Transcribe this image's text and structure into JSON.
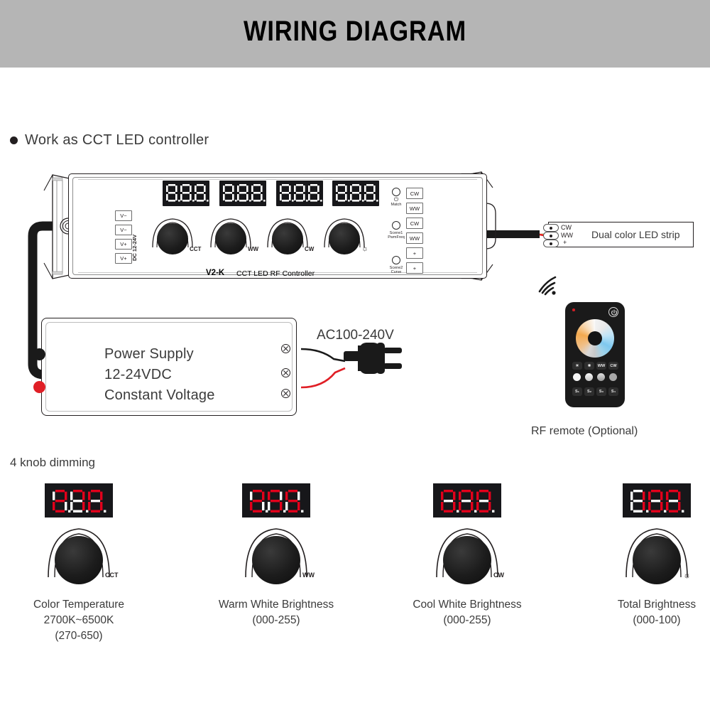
{
  "header": {
    "title": "WIRING DIAGRAM",
    "bg_color": "#b5b5b5"
  },
  "bullet": {
    "text": "Work as CCT LED controller"
  },
  "controller": {
    "model": "V2-K",
    "model_desc": "CCT LED RF Controller",
    "input_label": "DC 12-24V",
    "input_terminals": [
      "V−",
      "V−",
      "V+",
      "V+"
    ],
    "output_terminals": [
      "CW",
      "WW",
      "CW",
      "WW",
      "+",
      "+"
    ],
    "knobs": [
      {
        "label": "CCT",
        "display": "8.8.8."
      },
      {
        "label": "WW",
        "display": "8.8.8."
      },
      {
        "label": "CW",
        "display": "8.8.8."
      },
      {
        "label": "☼",
        "display": "8.8.8."
      }
    ],
    "buttons": [
      {
        "icon": "power-icon",
        "label": "Match"
      },
      {
        "icon": "circle-icon",
        "label": "Scene1\nPwmFreq"
      },
      {
        "icon": "circle-icon",
        "label": "Scene2\nCurve"
      }
    ]
  },
  "led_strip": {
    "title": "Dual color LED strip",
    "pads": [
      "CW",
      "WW",
      "+"
    ]
  },
  "power_supply": {
    "lines": [
      "Power Supply",
      "12-24VDC",
      "Constant Voltage"
    ],
    "ac_label": "AC100-240V"
  },
  "remote": {
    "caption": "RF remote (Optional)",
    "row1": [
      "☀",
      "✸",
      "WW",
      "CW"
    ],
    "row2": [
      "circle-1",
      "circle-2",
      "circle-3",
      "circle-4"
    ],
    "row3": [
      "S₁",
      "S₂",
      "S₃",
      "S₄"
    ]
  },
  "knob_section": {
    "title": "4 knob dimming",
    "items": [
      {
        "display": "270",
        "knob_label": "CCT",
        "caption_line1": "Color Temperature",
        "caption_line2": "2700K~6500K",
        "caption_line3": "(270-650)"
      },
      {
        "display": "255",
        "knob_label": "WW",
        "caption_line1": "Warm White Brightness",
        "caption_line2": "(000-255)",
        "caption_line3": ""
      },
      {
        "display": "000",
        "knob_label": "CW",
        "caption_line1": "Cool White Brightness",
        "caption_line2": "(000-255)",
        "caption_line3": ""
      },
      {
        "display": "100",
        "knob_label": "☼",
        "caption_line1": "Total Brightness",
        "caption_line2": "(000-100)",
        "caption_line3": ""
      }
    ]
  },
  "colors": {
    "wire_cw": "#5fc0e8",
    "wire_ww": "#f4c githubd",
    "wire_plus": "#e01f26",
    "wire_black": "#1a1a1a",
    "segment_on": "#e3001b",
    "segment_off": "#ffffff"
  }
}
